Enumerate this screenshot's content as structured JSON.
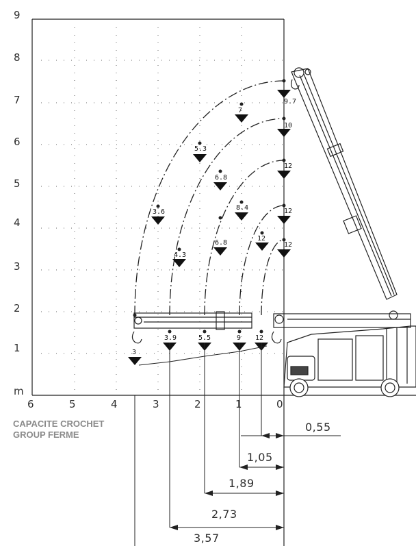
{
  "axis": {
    "y_ticks": [
      "9",
      "8",
      "7",
      "6",
      "5",
      "4",
      "3",
      "2",
      "1"
    ],
    "y_unit": "m",
    "x_ticks": [
      "6",
      "5",
      "4",
      "3",
      "2",
      "1",
      "0"
    ]
  },
  "caption": {
    "line1": "CAPACITE CROCHET",
    "line2": "GROUP FERME"
  },
  "arcs": [
    {
      "radius_m": 3.57,
      "labels": [
        "3.6",
        "5.3",
        "7",
        "9.7"
      ],
      "bottom_label": "3"
    },
    {
      "radius_m": 2.73,
      "labels": [
        "4.3",
        "6.8",
        "10"
      ],
      "bottom_label": "3.9"
    },
    {
      "radius_m": 1.89,
      "labels": [
        "6.8",
        "8.4",
        "12"
      ],
      "bottom_label": "5.5"
    },
    {
      "radius_m": 1.05,
      "labels": [
        "12",
        "12"
      ],
      "bottom_label": "9"
    },
    {
      "radius_m": 0.55,
      "labels": [
        "12"
      ],
      "bottom_label": "12"
    }
  ],
  "dimensions": [
    "0,55",
    "1,05",
    "1,89",
    "2,73",
    "3,57"
  ],
  "colors": {
    "ink": "#222222",
    "grid": "#555555",
    "caption": "#8a8a8a"
  }
}
